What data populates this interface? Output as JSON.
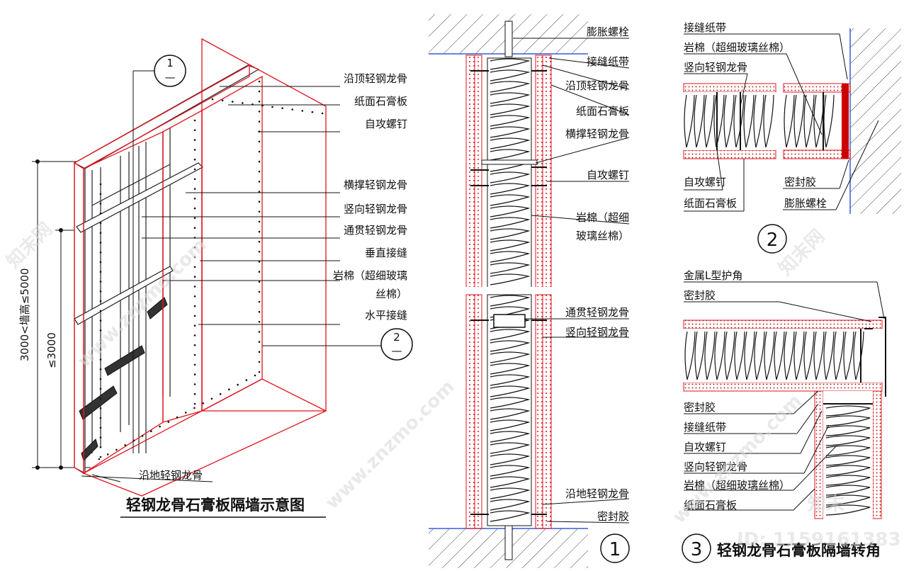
{
  "colors": {
    "red": "#e0141e",
    "black": "#111111",
    "gray": "#8c8c8c",
    "blue": "#3a5bd8"
  },
  "axo": {
    "callout_top": {
      "num": "1",
      "sub": "—"
    },
    "callout_bottom": {
      "num": "2",
      "sub": "—"
    },
    "dim_total": "3000<墙高≤5000",
    "dim_part": "≤3000",
    "labels": [
      "沿顶轻钢龙骨",
      "纸面石膏板",
      "自攻螺钉",
      "横撑轻钢龙骨",
      "竖向轻钢龙骨",
      "通贯轻钢龙骨",
      "垂直接缝",
      "岩棉（超细玻璃",
      "丝棉）",
      "水平接缝"
    ],
    "bottom_label": "沿地轻钢龙骨",
    "title": "轻钢龙骨石膏板隔墙示意图"
  },
  "section1": {
    "labels": [
      "膨胀螺栓",
      "接缝纸带",
      "沿顶轻钢龙骨",
      "纸面石膏板",
      "横撑轻钢龙骨",
      "自攻螺钉",
      "岩棉（超细",
      "玻璃丝棉）",
      "通贯轻钢龙骨",
      "竖向轻钢龙骨",
      "沿地轻钢龙骨",
      "密封胶"
    ],
    "number": "1"
  },
  "detail2": {
    "labels_top": [
      "接缝纸带",
      "岩棉（超细玻璃丝棉）",
      "竖向轻钢龙骨"
    ],
    "labels_bottom": [
      "自攻螺钉",
      "纸面石膏板",
      "密封胶",
      "膨胀螺栓"
    ],
    "number": "2"
  },
  "detail3": {
    "labels_top": [
      "金属L型护角",
      "密封胶"
    ],
    "labels_side": [
      "密封胶",
      "接缝纸带",
      "自攻螺钉",
      "竖向轻钢龙骨",
      "岩棉（超细玻璃丝棉）",
      "纸面石膏板"
    ],
    "number": "3",
    "title": "轻钢龙骨石膏板隔墙转角"
  },
  "watermark": {
    "brand": "知末",
    "id": "ID: 1159161383",
    "site": "www.znzmo.com",
    "brand_net": "知末网"
  }
}
